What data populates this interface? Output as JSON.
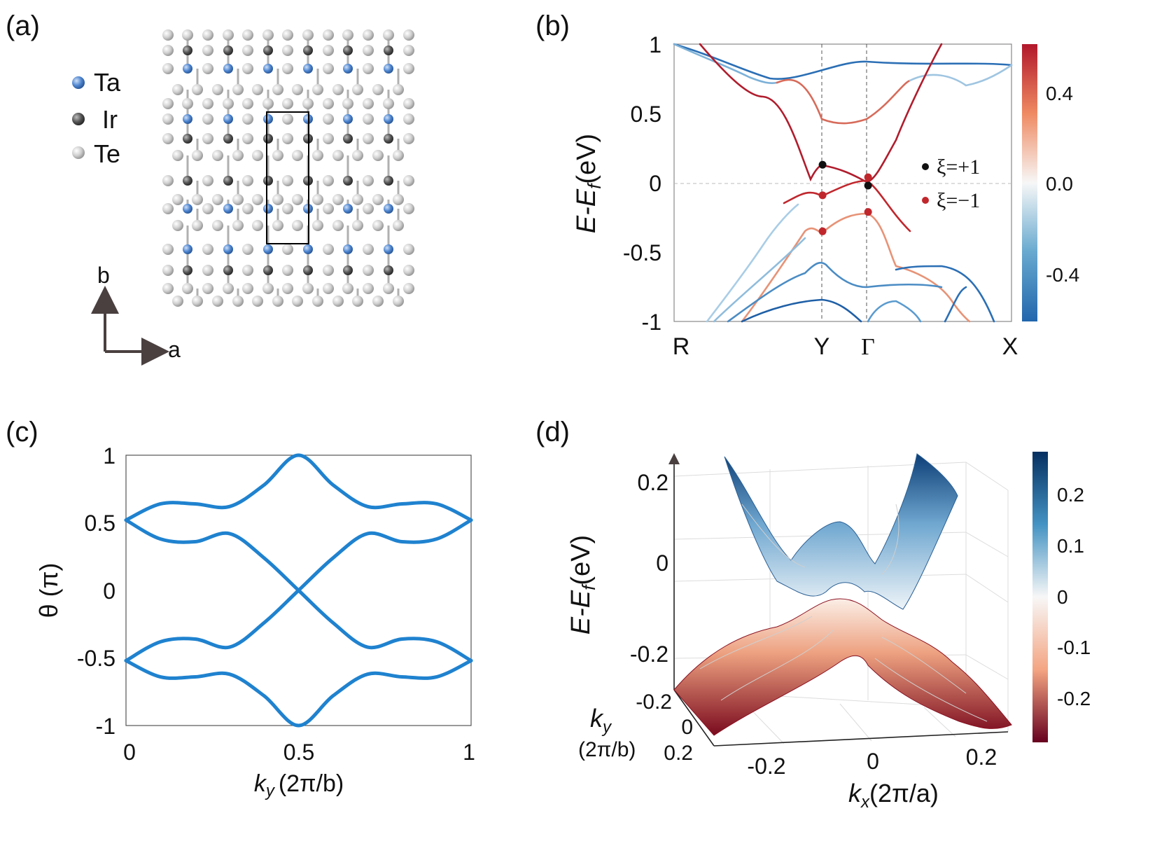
{
  "panels": {
    "a": {
      "label": "(a)",
      "legend": [
        {
          "name": "Ta",
          "color": "#4f86d0"
        },
        {
          "name": "Ir",
          "color": "#555555"
        },
        {
          "name": "Te",
          "color": "#c4c4c4"
        }
      ],
      "axes": {
        "b": "b",
        "a": "a"
      }
    },
    "b": {
      "label": "(b)",
      "ylabel_main": "E-E",
      "ylabel_sub": "f",
      "ylabel_unit": "(eV)",
      "yticks": [
        "1",
        "0.5",
        "0",
        "-0.5",
        "-1"
      ],
      "kpoints": [
        "R",
        "Y",
        "Γ",
        "X"
      ],
      "legend": [
        {
          "label": "ξ=+1",
          "color": "#111111"
        },
        {
          "label": "ξ=−1",
          "color": "#c0272d"
        }
      ],
      "colorbar_ticks": [
        "0.4",
        "0.0",
        "-0.4"
      ]
    },
    "c": {
      "label": "(c)",
      "ylabel": "θ (π)",
      "xlabel_main": "k",
      "xlabel_sub": "y",
      "xlabel_unit": "(2π/b)",
      "yticks": [
        "1",
        "0.5",
        "0",
        "-0.5",
        "-1"
      ],
      "xticks": [
        "0",
        "0.5",
        "1"
      ]
    },
    "d": {
      "label": "(d)",
      "zlabel_main": "E-E",
      "zlabel_sub": "f",
      "zlabel_unit": "(eV)",
      "zticks": [
        "0.2",
        "0",
        "-0.2"
      ],
      "kx_main": "k",
      "kx_sub": "x",
      "kx_unit": "(2π/a)",
      "kx_ticks": [
        "-0.2",
        "0",
        "0.2"
      ],
      "ky_main": "k",
      "ky_sub": "y",
      "ky_unit": "(2π/b)",
      "ky_ticks": [
        "-0.2",
        "0",
        "0.2"
      ],
      "colorbar_ticks": [
        "0.2",
        "0.1",
        "0",
        "-0.1",
        "-0.2"
      ]
    }
  },
  "chart_data": [
    {
      "type": "line",
      "title": "",
      "ylabel": "E-E_f (eV)",
      "ylim": [
        -1,
        1
      ],
      "x_labels": [
        "R",
        "Y",
        "Γ",
        "X"
      ],
      "x_positions": [
        0,
        0.44,
        0.575,
        1
      ],
      "series": [
        {
          "name": "ξ=+1",
          "x": [
            0.44,
            0.575
          ],
          "y": [
            0.13,
            -0.02
          ]
        },
        {
          "name": "ξ=−1",
          "x": [
            0.44,
            0.44,
            0.575,
            0.575
          ],
          "y": [
            -0.09,
            -0.35,
            0.04,
            -0.21
          ]
        }
      ],
      "colorbar": {
        "range": [
          -0.6,
          0.6
        ],
        "ticks": [
          0.4,
          0.0,
          -0.4
        ]
      }
    },
    {
      "type": "line",
      "title": "",
      "xlabel": "k_y (2π/b)",
      "ylabel": "θ (π)",
      "xlim": [
        0,
        1
      ],
      "ylim": [
        -1,
        1
      ],
      "series": [
        {
          "name": "",
          "x": [
            0,
            0.1,
            0.2,
            0.3,
            0.4,
            0.5,
            0.6,
            0.7,
            0.8,
            0.9,
            1.0
          ],
          "y": [
            0.52,
            0.64,
            0.64,
            0.62,
            0.78,
            1.0,
            0.78,
            0.62,
            0.64,
            0.64,
            0.52
          ]
        },
        {
          "name": "",
          "x": [
            0,
            0.1,
            0.2,
            0.3,
            0.4,
            0.5,
            0.6,
            0.7,
            0.8,
            0.9,
            1.0
          ],
          "y": [
            0.52,
            0.38,
            0.36,
            0.42,
            0.24,
            0.0,
            -0.24,
            -0.42,
            -0.36,
            -0.38,
            -0.52
          ]
        },
        {
          "name": "",
          "x": [
            0,
            0.1,
            0.2,
            0.3,
            0.4,
            0.5,
            0.6,
            0.7,
            0.8,
            0.9,
            1.0
          ],
          "y": [
            -0.52,
            -0.38,
            -0.36,
            -0.42,
            -0.24,
            0.0,
            0.24,
            0.42,
            0.36,
            0.38,
            0.52
          ]
        },
        {
          "name": "",
          "x": [
            0,
            0.1,
            0.2,
            0.3,
            0.4,
            0.5,
            0.6,
            0.7,
            0.8,
            0.9,
            1.0
          ],
          "y": [
            -0.52,
            -0.64,
            -0.64,
            -0.62,
            -0.78,
            -1.0,
            -0.78,
            -0.62,
            -0.64,
            -0.64,
            -0.52
          ]
        }
      ]
    }
  ]
}
